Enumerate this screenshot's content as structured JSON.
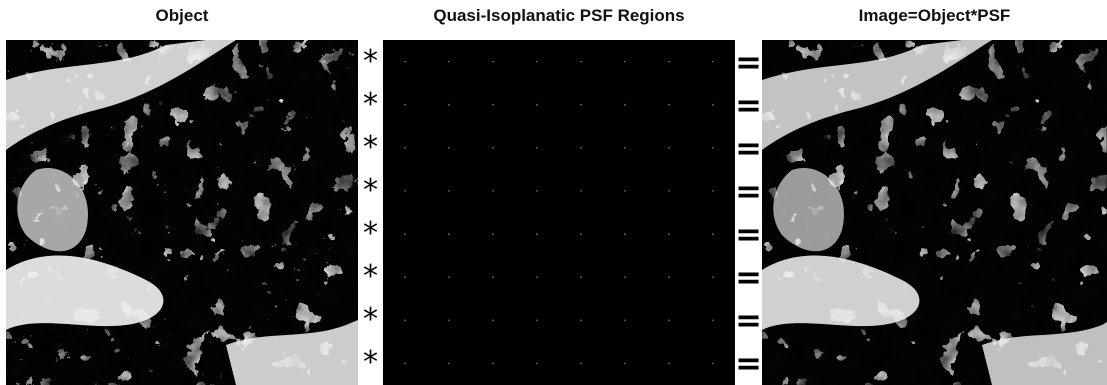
{
  "titles": {
    "object": "Object",
    "psf": "Quasi-Isoplanatic PSF Regions",
    "image": "Image=Object*PSF"
  },
  "operators": {
    "convolve": "*",
    "equals": "="
  },
  "colors": {
    "background": "#ffffff",
    "psf_background": "#000000",
    "satellite_dark": "#050505",
    "satellite_light": "#f4f4f4"
  },
  "psf_grid": {
    "rows": 8,
    "cols": 8
  }
}
